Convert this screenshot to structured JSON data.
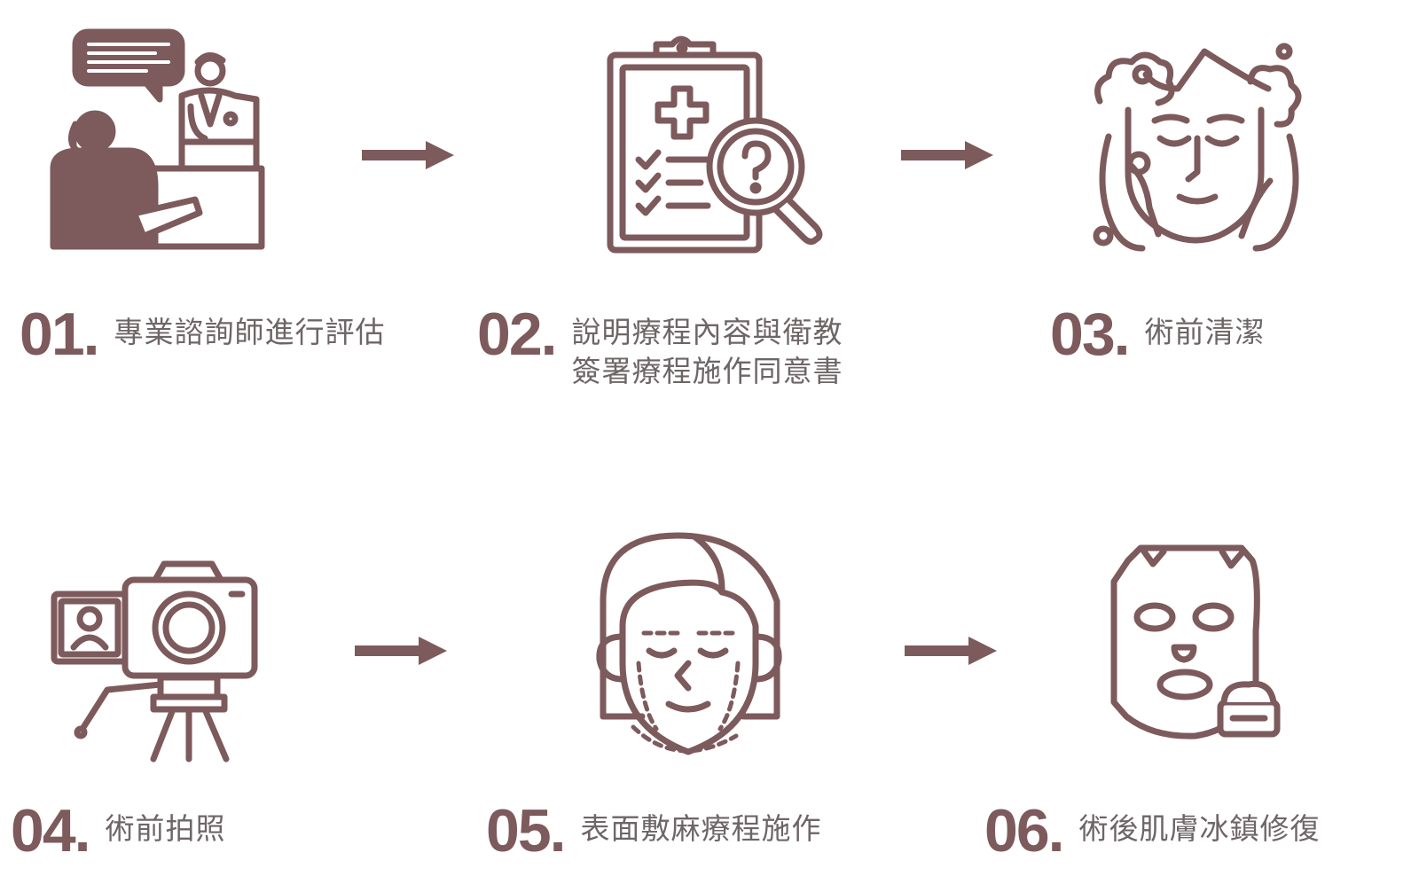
{
  "colors": {
    "icon": "#7d5a5c",
    "number": "#7d5a5c",
    "text": "#6e6567",
    "background": "#ffffff"
  },
  "steps": [
    {
      "number": "01.",
      "lines": [
        "專業諮詢師進行評估"
      ],
      "icon": "consultation-icon"
    },
    {
      "number": "02.",
      "lines": [
        "說明療程內容與衛教",
        "簽署療程施作同意書"
      ],
      "icon": "clipboard-magnifier-icon"
    },
    {
      "number": "03.",
      "lines": [
        "術前清潔"
      ],
      "icon": "face-washing-icon"
    },
    {
      "number": "04.",
      "lines": [
        "術前拍照"
      ],
      "icon": "camera-tripod-icon"
    },
    {
      "number": "05.",
      "lines": [
        "表面敷麻療程施作"
      ],
      "icon": "face-mapping-icon"
    },
    {
      "number": "06.",
      "lines": [
        "術後肌膚冰鎮修復"
      ],
      "icon": "face-mask-icon"
    }
  ]
}
